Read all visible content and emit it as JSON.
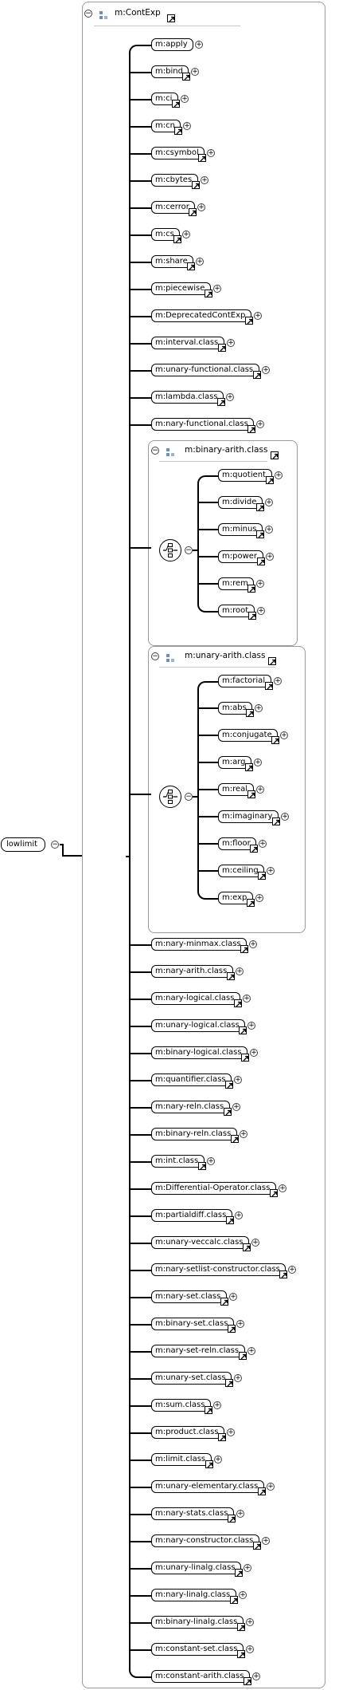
{
  "root": {
    "label": "lowlimit"
  },
  "group": {
    "title": "m:ContExp"
  },
  "children": [
    {
      "type": "node",
      "label": "m:apply",
      "ref": false,
      "shadow": false
    },
    {
      "type": "node",
      "label": "m:bind",
      "ref": true,
      "shadow": false
    },
    {
      "type": "node",
      "label": "m:ci",
      "ref": true,
      "shadow": false
    },
    {
      "type": "node",
      "label": "m:cn",
      "ref": true,
      "shadow": false
    },
    {
      "type": "node",
      "label": "m:csymbol",
      "ref": true,
      "shadow": false
    },
    {
      "type": "node",
      "label": "m:cbytes",
      "ref": true,
      "shadow": false
    },
    {
      "type": "node",
      "label": "m:cerror",
      "ref": true,
      "shadow": false
    },
    {
      "type": "node",
      "label": "m:cs",
      "ref": true,
      "shadow": false
    },
    {
      "type": "node",
      "label": "m:share",
      "ref": true,
      "shadow": false
    },
    {
      "type": "node",
      "label": "m:piecewise",
      "ref": true,
      "shadow": false
    },
    {
      "type": "node",
      "label": "m:DeprecatedContExp",
      "ref": true,
      "shadow": false
    },
    {
      "type": "node",
      "label": "m:interval.class",
      "ref": true,
      "shadow": false
    },
    {
      "type": "node",
      "label": "m:unary-functional.class",
      "ref": true,
      "shadow": false
    },
    {
      "type": "node",
      "label": "m:lambda.class",
      "ref": true,
      "shadow": false
    },
    {
      "type": "node",
      "label": "m:nary-functional.class",
      "ref": true,
      "shadow": false
    },
    {
      "type": "group",
      "title": "m:binary-arith.class",
      "items": [
        {
          "label": "m:quotient"
        },
        {
          "label": "m:divide"
        },
        {
          "label": "m:minus"
        },
        {
          "label": "m:power"
        },
        {
          "label": "m:rem"
        },
        {
          "label": "m:root"
        }
      ]
    },
    {
      "type": "group",
      "title": "m:unary-arith.class",
      "items": [
        {
          "label": "m:factorial"
        },
        {
          "label": "m:abs"
        },
        {
          "label": "m:conjugate"
        },
        {
          "label": "m:arg"
        },
        {
          "label": "m:real"
        },
        {
          "label": "m:imaginary"
        },
        {
          "label": "m:floor"
        },
        {
          "label": "m:ceiling"
        },
        {
          "label": "m:exp"
        }
      ]
    },
    {
      "type": "node",
      "label": "m:nary-minmax.class",
      "ref": true
    },
    {
      "type": "node",
      "label": "m:nary-arith.class",
      "ref": true
    },
    {
      "type": "node",
      "label": "m:nary-logical.class",
      "ref": true
    },
    {
      "type": "node",
      "label": "m:unary-logical.class",
      "ref": true
    },
    {
      "type": "node",
      "label": "m:binary-logical.class",
      "ref": true
    },
    {
      "type": "node",
      "label": "m:quantifier.class",
      "ref": true
    },
    {
      "type": "node",
      "label": "m:nary-reln.class",
      "ref": true
    },
    {
      "type": "node",
      "label": "m:binary-reln.class",
      "ref": true
    },
    {
      "type": "node",
      "label": "m:int.class",
      "ref": true
    },
    {
      "type": "node",
      "label": "m:Differential-Operator.class",
      "ref": true
    },
    {
      "type": "node",
      "label": "m:partialdiff.class",
      "ref": true
    },
    {
      "type": "node",
      "label": "m:unary-veccalc.class",
      "ref": true
    },
    {
      "type": "node",
      "label": "m:nary-setlist-constructor.class",
      "ref": true
    },
    {
      "type": "node",
      "label": "m:nary-set.class",
      "ref": true
    },
    {
      "type": "node",
      "label": "m:binary-set.class",
      "ref": true
    },
    {
      "type": "node",
      "label": "m:nary-set-reln.class",
      "ref": true
    },
    {
      "type": "node",
      "label": "m:unary-set.class",
      "ref": true
    },
    {
      "type": "node",
      "label": "m:sum.class",
      "ref": true
    },
    {
      "type": "node",
      "label": "m:product.class",
      "ref": true
    },
    {
      "type": "node",
      "label": "m:limit.class",
      "ref": true
    },
    {
      "type": "node",
      "label": "m:unary-elementary.class",
      "ref": true
    },
    {
      "type": "node",
      "label": "m:nary-stats.class",
      "ref": true
    },
    {
      "type": "node",
      "label": "m:nary-constructor.class",
      "ref": true
    },
    {
      "type": "node",
      "label": "m:unary-linalg.class",
      "ref": true
    },
    {
      "type": "node",
      "label": "m:nary-linalg.class",
      "ref": true
    },
    {
      "type": "node",
      "label": "m:binary-linalg.class",
      "ref": true
    },
    {
      "type": "node",
      "label": "m:constant-set.class",
      "ref": true
    },
    {
      "type": "node",
      "label": "m:constant-arith.class",
      "ref": true
    }
  ],
  "icons": {
    "collapse": "minus-circle-icon",
    "expand": "plus-circle-icon",
    "reference": "arrow-link-icon",
    "choice": "choice-compositor-icon",
    "group": "group-icon"
  }
}
